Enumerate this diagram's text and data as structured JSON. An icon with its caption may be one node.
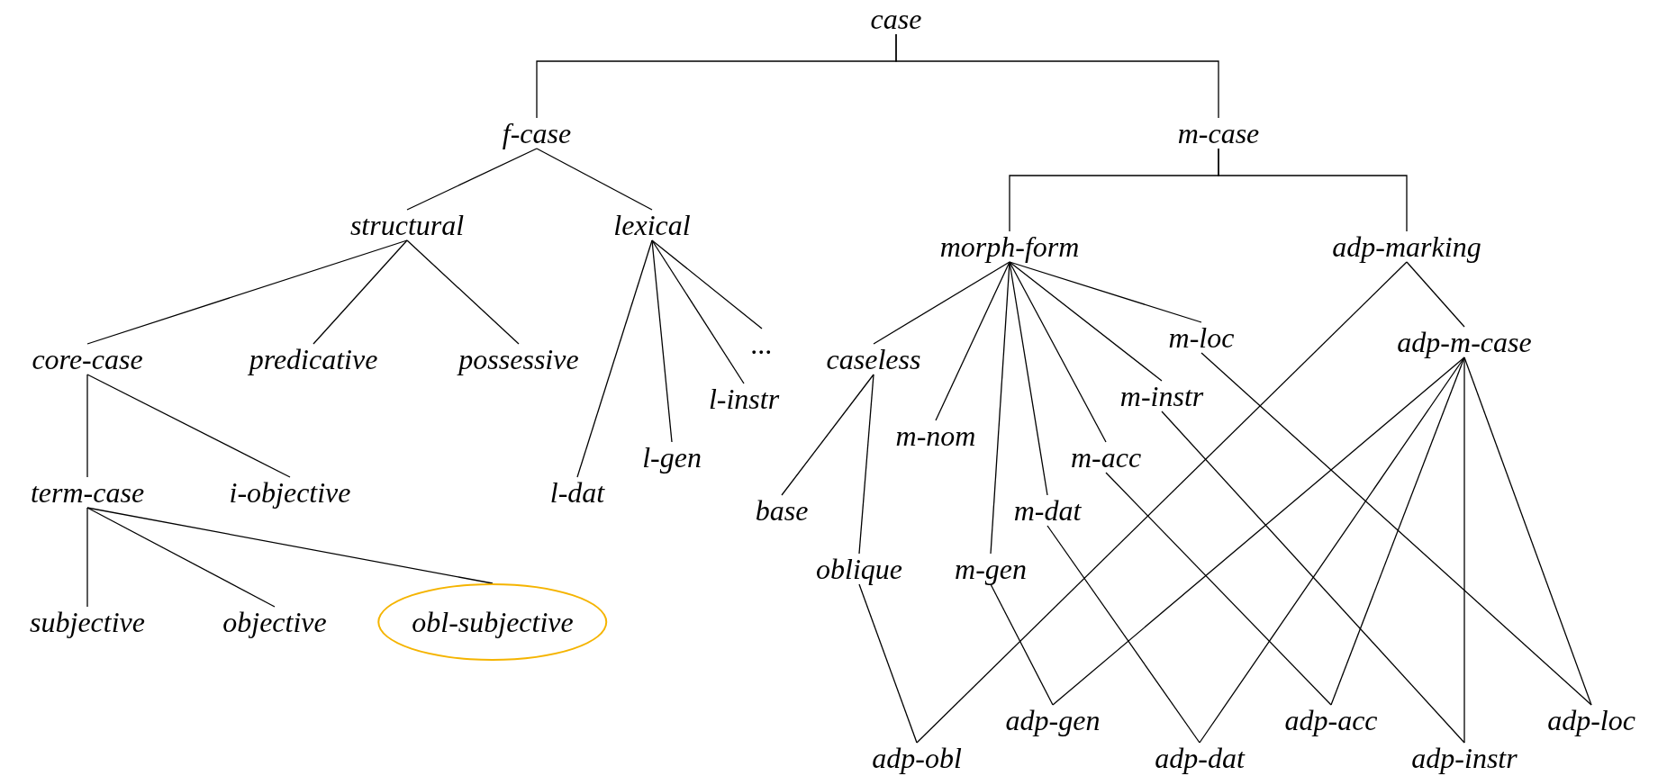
{
  "diagram": {
    "nodes": [
      {
        "text": [
          "case"
        ]
      },
      {
        "text": [
          "f-case"
        ]
      },
      {
        "text": [
          "m-case"
        ]
      },
      {
        "text": [
          "structural"
        ]
      },
      {
        "text": [
          "lexical"
        ]
      },
      {
        "text": [
          "morph-form"
        ]
      },
      {
        "text": [
          "adp-marking"
        ]
      },
      {
        "text": [
          "core-case"
        ]
      },
      {
        "text": [
          "predicative"
        ]
      },
      {
        "text": [
          "possessive"
        ]
      },
      {
        "text": [
          "..."
        ]
      },
      {
        "text": [
          "caseless"
        ]
      },
      {
        "text": [
          "m-loc"
        ]
      },
      {
        "text": [
          "adp-m-case"
        ]
      },
      {
        "text": [
          "l-instr"
        ]
      },
      {
        "text": [
          "m-nom"
        ]
      },
      {
        "text": [
          "m-instr"
        ]
      },
      {
        "text": [
          "l-gen"
        ]
      },
      {
        "text": [
          "m-acc"
        ]
      },
      {
        "text": [
          "term-case"
        ]
      },
      {
        "text": [
          "i-objective"
        ]
      },
      {
        "text": [
          "l-dat"
        ]
      },
      {
        "text": [
          "base"
        ]
      },
      {
        "text": [
          "m-dat"
        ]
      },
      {
        "text": [
          "oblique"
        ]
      },
      {
        "text": [
          "m-gen"
        ]
      },
      {
        "text": [
          "subjective"
        ]
      },
      {
        "text": [
          "objective"
        ]
      },
      {
        "text": [
          "obl-subjective"
        ]
      },
      {
        "text": [
          "adp-gen"
        ]
      },
      {
        "text": [
          "adp-acc"
        ]
      },
      {
        "text": [
          "adp-loc"
        ]
      },
      {
        "text": [
          "adp-obl"
        ]
      },
      {
        "text": [
          "adp-dat"
        ]
      },
      {
        "text": [
          "adp-instr"
        ]
      }
    ],
    "edges": [
      {
        "from": 0,
        "to": 1,
        "arrow": "none"
      },
      {
        "from": 0,
        "to": 2,
        "arrow": "none"
      },
      {
        "from": 1,
        "to": 3,
        "arrow": "none"
      },
      {
        "from": 1,
        "to": 4,
        "arrow": "none"
      },
      {
        "from": 2,
        "to": 5,
        "arrow": "none"
      },
      {
        "from": 2,
        "to": 6,
        "arrow": "none"
      },
      {
        "from": 3,
        "to": 7,
        "arrow": "none"
      },
      {
        "from": 3,
        "to": 8,
        "arrow": "none"
      },
      {
        "from": 3,
        "to": 9,
        "arrow": "none"
      },
      {
        "from": 4,
        "to": 21,
        "arrow": "none"
      },
      {
        "from": 4,
        "to": 17,
        "arrow": "none"
      },
      {
        "from": 4,
        "to": 14,
        "arrow": "none"
      },
      {
        "from": 4,
        "to": 10,
        "arrow": "none"
      },
      {
        "from": 5,
        "to": 11,
        "arrow": "none"
      },
      {
        "from": 5,
        "to": 15,
        "arrow": "none"
      },
      {
        "from": 5,
        "to": 25,
        "arrow": "none"
      },
      {
        "from": 5,
        "to": 23,
        "arrow": "none"
      },
      {
        "from": 5,
        "to": 18,
        "arrow": "none"
      },
      {
        "from": 5,
        "to": 16,
        "arrow": "none"
      },
      {
        "from": 5,
        "to": 12,
        "arrow": "none"
      },
      {
        "from": 6,
        "to": 13,
        "arrow": "none"
      },
      {
        "from": 6,
        "to": 32,
        "arrow": "none"
      },
      {
        "from": 7,
        "to": 19,
        "arrow": "none"
      },
      {
        "from": 7,
        "to": 20,
        "arrow": "none"
      },
      {
        "from": 11,
        "to": 22,
        "arrow": "none"
      },
      {
        "from": 11,
        "to": 24,
        "arrow": "none"
      },
      {
        "from": 19,
        "to": 26,
        "arrow": "none"
      },
      {
        "from": 19,
        "to": 27,
        "arrow": "none"
      },
      {
        "from": 19,
        "to": 28,
        "arrow": "none"
      },
      {
        "from": 24,
        "to": 32,
        "arrow": "none"
      },
      {
        "from": 25,
        "to": 29,
        "arrow": "none"
      },
      {
        "from": 23,
        "to": 33,
        "arrow": "none"
      },
      {
        "from": 18,
        "to": 30,
        "arrow": "none"
      },
      {
        "from": 16,
        "to": 34,
        "arrow": "none"
      },
      {
        "from": 12,
        "to": 31,
        "arrow": "none"
      },
      {
        "from": 13,
        "to": 29,
        "arrow": "none"
      },
      {
        "from": 13,
        "to": 33,
        "arrow": "none"
      },
      {
        "from": 13,
        "to": 30,
        "arrow": "none"
      },
      {
        "from": 13,
        "to": 34,
        "arrow": "none"
      },
      {
        "from": 13,
        "to": 31,
        "arrow": "none"
      }
    ]
  }
}
